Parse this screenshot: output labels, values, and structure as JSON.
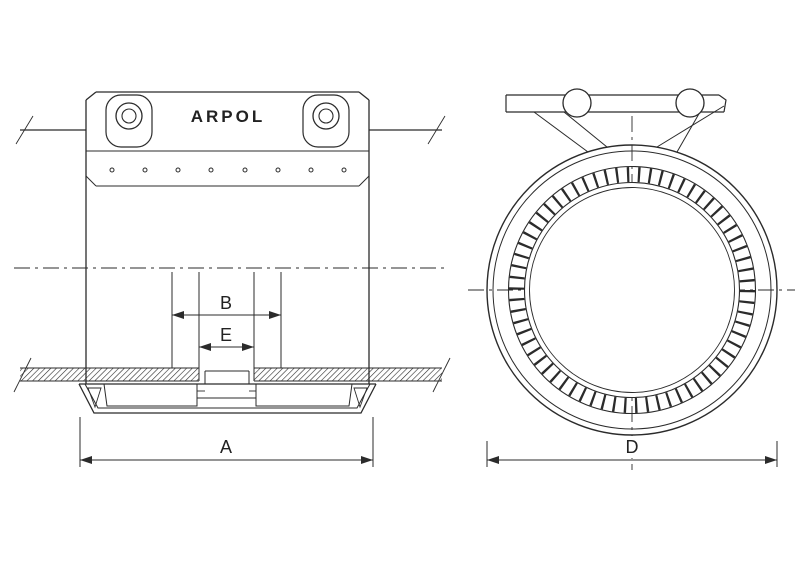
{
  "diagram": {
    "brand": "ARPOL",
    "dimensions": {
      "a": "A",
      "b": "B",
      "e": "E",
      "d": "D"
    },
    "colors": {
      "line": "#2b2b2b",
      "background": "#ffffff"
    }
  }
}
